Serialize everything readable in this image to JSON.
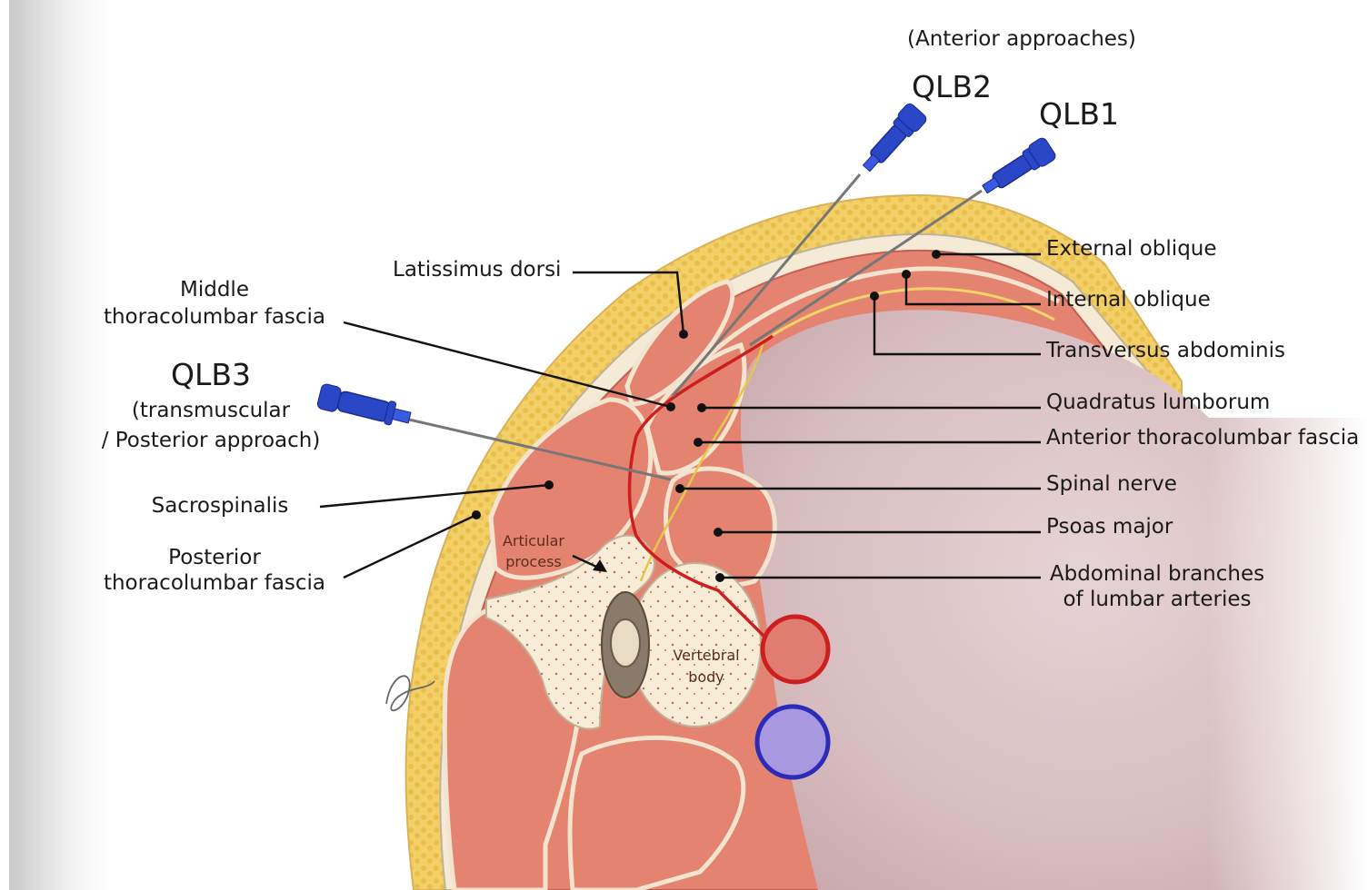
{
  "header": {
    "approach_note": "(Anterior approaches)"
  },
  "needles": {
    "qlb2": "QLB2",
    "qlb1": "QLB1",
    "qlb3": "QLB3",
    "qlb3_sub1": "(transmuscular",
    "qlb3_sub2": "/ Posterior approach)"
  },
  "labels_left": {
    "latissimus": "Latissimus dorsi",
    "mtlf1": "Middle",
    "mtlf2": "thoracolumbar fascia",
    "sacrospinalis": "Sacrospinalis",
    "ptlf1": "Posterior",
    "ptlf2": "thoracolumbar fascia"
  },
  "labels_right": {
    "external_oblique": "External oblique",
    "internal_oblique": "Internal oblique",
    "transversus": "Transversus abdominis",
    "quadratus": "Quadratus lumborum",
    "atlf": "Anterior thoracolumbar fascia",
    "spinal_nerve": "Spinal nerve",
    "psoas": "Psoas major",
    "arteries1": "Abdominal branches",
    "arteries2": "of lumbar arteries"
  },
  "inner_labels": {
    "articular1": "Articular",
    "articular2": "process",
    "vertebral1": "Vertebral",
    "vertebral2": "body"
  },
  "colors": {
    "fat": "#f2cf5e",
    "muscle": "#e58472",
    "fascia": "#f3ead4",
    "bone": "#f6ead2",
    "needle_hub": "#2a47c8",
    "artery": "#cc1f1f",
    "vein": "#2b2bb8",
    "cavity": "#dcc3c6"
  }
}
